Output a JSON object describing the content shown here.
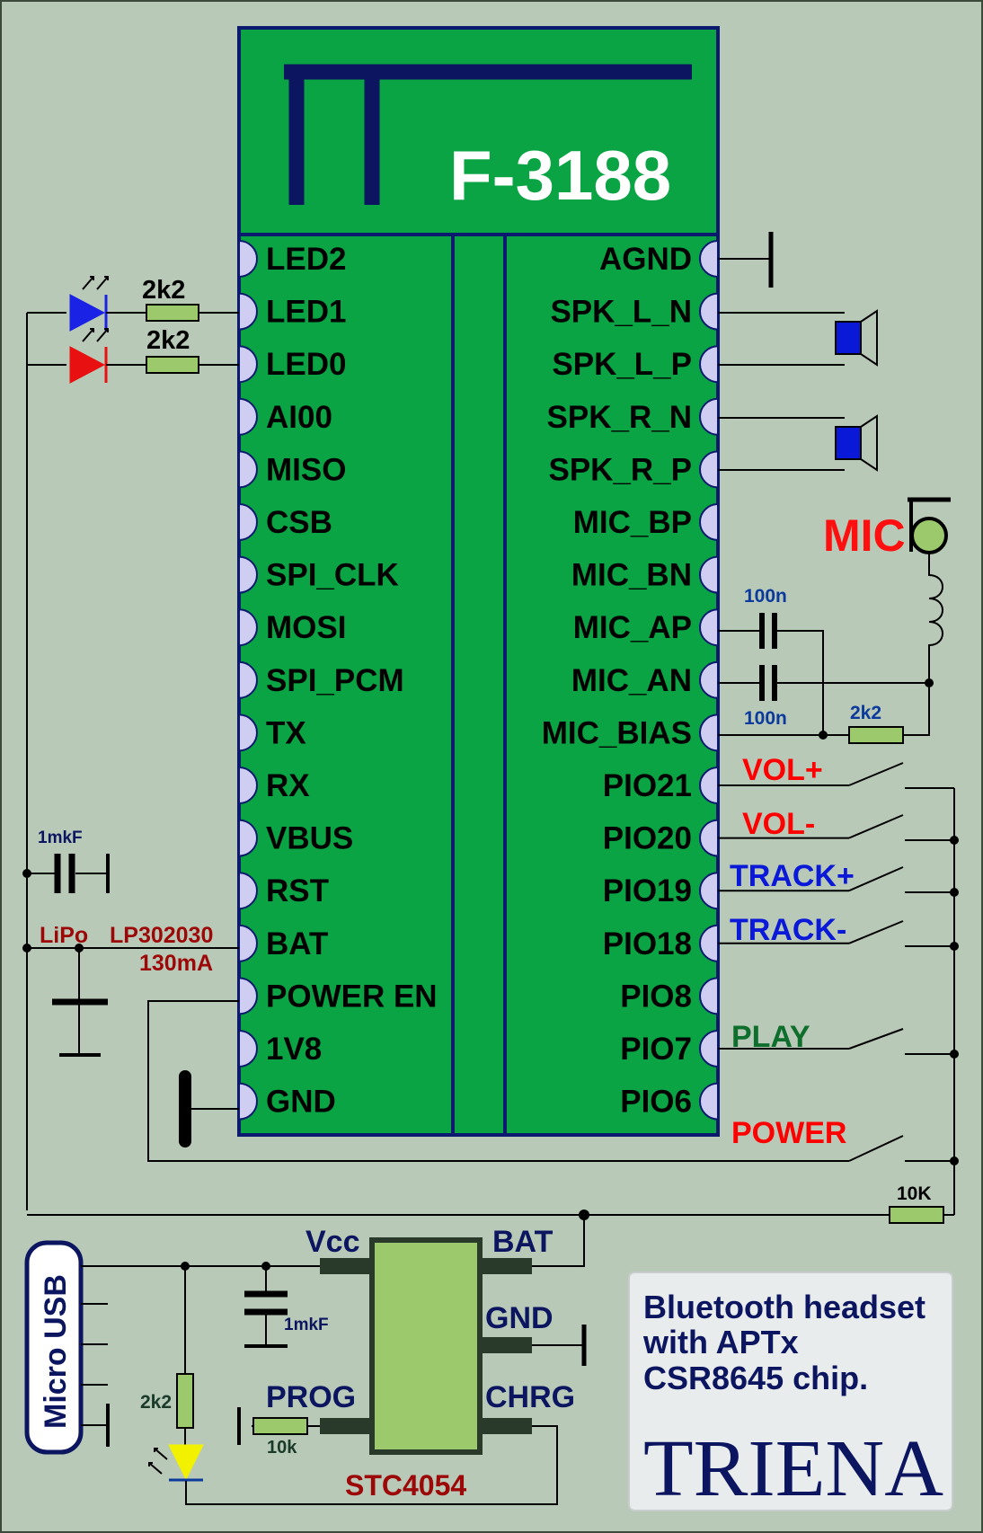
{
  "chip": {
    "name": "F-3188",
    "left_pins": [
      "LED2",
      "LED1",
      "LED0",
      "AI00",
      "MISO",
      "CSB",
      "SPI_CLK",
      "MOSI",
      "SPI_PCM",
      "TX",
      "RX",
      "VBUS",
      "RST",
      "BAT",
      "POWER EN",
      "1V8",
      "GND"
    ],
    "right_pins": [
      "AGND",
      "SPK_L_N",
      "SPK_L_P",
      "SPK_R_N",
      "SPK_R_P",
      "MIC_BP",
      "MIC_BN",
      "MIC_AP",
      "MIC_AN",
      "MIC_BIAS",
      "PIO21",
      "PIO20",
      "PIO19",
      "PIO18",
      "PIO8",
      "PIO7",
      "PIO6"
    ]
  },
  "components": {
    "led_resistor_1": "2k2",
    "led_resistor_2": "2k2",
    "mic_label": "MIC",
    "mic_cap_1": "100n",
    "mic_cap_2": "100n",
    "mic_bias_resistor": "2k2",
    "vbus_cap": "1mkF",
    "battery_type": "LiPo",
    "battery_model": "LP302030",
    "battery_capacity": "130mA",
    "pullup_resistor": "10K"
  },
  "buttons": [
    {
      "label": "VOL+",
      "color": "#ff0000"
    },
    {
      "label": "VOL-",
      "color": "#ff0000"
    },
    {
      "label": "TRACK+",
      "color": "#0a18d8"
    },
    {
      "label": "TRACK-",
      "color": "#0a18d8"
    },
    {
      "label": "PLAY",
      "color": "#0e6e2c"
    },
    {
      "label": "POWER",
      "color": "#ff0000"
    }
  ],
  "charger": {
    "name": "STC4054",
    "pin_vcc": "Vcc",
    "pin_bat": "BAT",
    "pin_gnd": "GND",
    "pin_prog": "PROG",
    "pin_chrg": "CHRG",
    "vcc_cap": "1mkF",
    "prog_resistor": "10k",
    "led_resistor": "2k2",
    "connector": "Micro USB"
  },
  "caption": {
    "line1": "Bluetooth headset",
    "line2": "with APTx",
    "line3": "CSR8645 chip.",
    "logo": "TRIENA"
  },
  "colors": {
    "background": "#b9c9b7",
    "chip_green": "#0aa444",
    "chip_border": "#0b1a6e",
    "pin_pad": "#cfcdf2",
    "charger_body": "#9bc96b",
    "navy": "#0b1560",
    "dark_red": "#9c0808"
  }
}
